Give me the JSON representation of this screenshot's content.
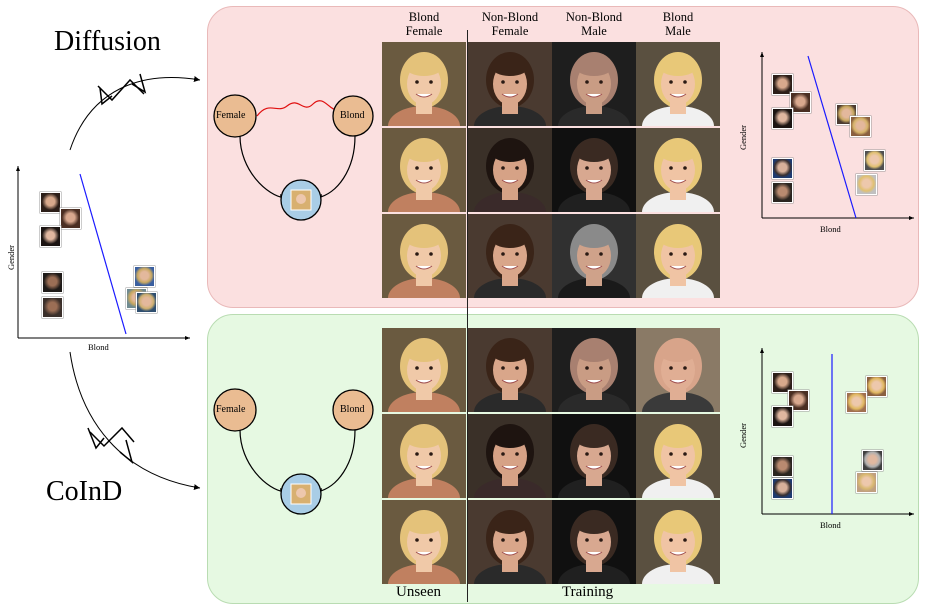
{
  "methods": {
    "top": "Diffusion",
    "bottom": "CoInD"
  },
  "nodes": {
    "female": "Female",
    "blond": "Blond"
  },
  "columns": [
    {
      "line1": "Blond",
      "line2": "Female"
    },
    {
      "line1": "Non-Blond",
      "line2": "Female"
    },
    {
      "line1": "Non-Blond",
      "line2": "Male"
    },
    {
      "line1": "Blond",
      "line2": "Male"
    }
  ],
  "split_labels": {
    "unseen": "Unseen",
    "training": "Training"
  },
  "plots": {
    "xlabel": "Blond",
    "ylabel": "Gender"
  },
  "colors": {
    "top_panel": "#fbe0e0",
    "bottom_panel": "#e6f9e2",
    "node_fill": "#eabc92",
    "generated_node_fill": "#a9cde6",
    "boundary_line": "#1a1aff",
    "entangle_curve": "#e01010"
  },
  "face_grid": {
    "top": [
      [
        "blond-female",
        "dark-female",
        "bald-male",
        "blond-male"
      ],
      [
        "blond-female",
        "curly-dark-female",
        "dark-male",
        "blond-male"
      ],
      [
        "blond-female",
        "dark-female",
        "grey-male",
        "blond-male"
      ]
    ],
    "bottom": [
      [
        "blond-female",
        "dark-female",
        "bald-male",
        "bald-male-light"
      ],
      [
        "blond-female",
        "curly-dark-female",
        "dark-male",
        "blond-male"
      ],
      [
        "blond-female",
        "dark-female",
        "dark-male",
        "blond-male"
      ]
    ]
  }
}
